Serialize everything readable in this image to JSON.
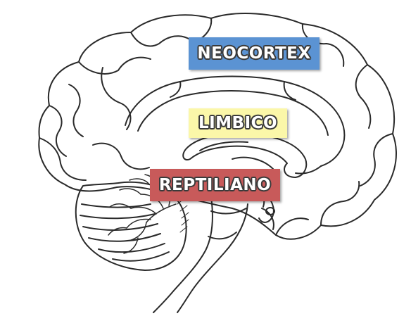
{
  "labels": {
    "neocortex": {
      "text": "NEOCORTEX",
      "color": "#5b93d3"
    },
    "limbico": {
      "text": "LIMBICO",
      "color": "#fbf7a9"
    },
    "reptiliano": {
      "text": "REPTILIANO",
      "color": "#c85a5a"
    }
  },
  "colors": {
    "outline": "#2a2a2a",
    "background": "#ffffff"
  }
}
